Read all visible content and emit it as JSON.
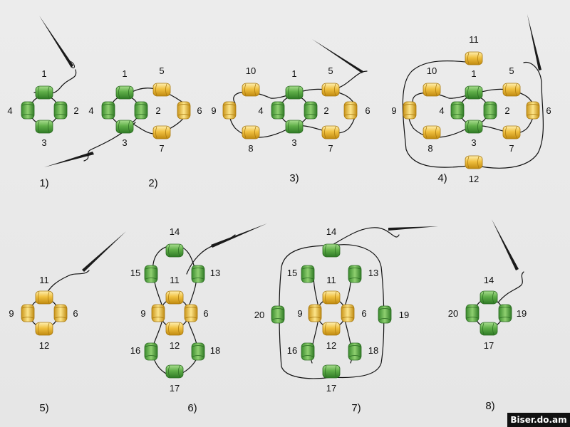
{
  "colors": {
    "green": "#5fae48",
    "yellow": "#f0c040",
    "background": "#e8e8e8",
    "thread": "#111111"
  },
  "watermark": "Biser.do.am",
  "panels": [
    {
      "step": "1)",
      "beads": [
        {
          "label": "1",
          "color": "green",
          "pos": "top"
        },
        {
          "label": "2",
          "color": "green",
          "pos": "right"
        },
        {
          "label": "3",
          "color": "green",
          "pos": "bottom"
        },
        {
          "label": "4",
          "color": "green",
          "pos": "left"
        }
      ]
    },
    {
      "step": "2)",
      "beads": [
        {
          "label": "1",
          "color": "green"
        },
        {
          "label": "2",
          "color": "green"
        },
        {
          "label": "3",
          "color": "green"
        },
        {
          "label": "4",
          "color": "green"
        },
        {
          "label": "5",
          "color": "yellow"
        },
        {
          "label": "6",
          "color": "yellow"
        },
        {
          "label": "7",
          "color": "yellow"
        }
      ]
    },
    {
      "step": "3)",
      "beads": [
        {
          "label": "1",
          "color": "green"
        },
        {
          "label": "2",
          "color": "green"
        },
        {
          "label": "3",
          "color": "green"
        },
        {
          "label": "4",
          "color": "green"
        },
        {
          "label": "5",
          "color": "yellow"
        },
        {
          "label": "6",
          "color": "yellow"
        },
        {
          "label": "7",
          "color": "yellow"
        },
        {
          "label": "8",
          "color": "yellow"
        },
        {
          "label": "9",
          "color": "yellow"
        },
        {
          "label": "10",
          "color": "yellow"
        }
      ]
    },
    {
      "step": "4)",
      "beads": [
        {
          "label": "1",
          "color": "green"
        },
        {
          "label": "2",
          "color": "green"
        },
        {
          "label": "3",
          "color": "green"
        },
        {
          "label": "4",
          "color": "green"
        },
        {
          "label": "5",
          "color": "yellow"
        },
        {
          "label": "6",
          "color": "yellow"
        },
        {
          "label": "7",
          "color": "yellow"
        },
        {
          "label": "8",
          "color": "yellow"
        },
        {
          "label": "9",
          "color": "yellow"
        },
        {
          "label": "10",
          "color": "yellow"
        },
        {
          "label": "11",
          "color": "yellow"
        },
        {
          "label": "12",
          "color": "yellow"
        }
      ]
    },
    {
      "step": "5)",
      "beads": [
        {
          "label": "11",
          "color": "yellow"
        },
        {
          "label": "6",
          "color": "yellow"
        },
        {
          "label": "12",
          "color": "yellow"
        },
        {
          "label": "9",
          "color": "yellow"
        }
      ]
    },
    {
      "step": "6)",
      "beads": [
        {
          "label": "11",
          "color": "yellow"
        },
        {
          "label": "6",
          "color": "yellow"
        },
        {
          "label": "12",
          "color": "yellow"
        },
        {
          "label": "9",
          "color": "yellow"
        },
        {
          "label": "13",
          "color": "green"
        },
        {
          "label": "14",
          "color": "green"
        },
        {
          "label": "15",
          "color": "green"
        },
        {
          "label": "16",
          "color": "green"
        },
        {
          "label": "17",
          "color": "green"
        },
        {
          "label": "18",
          "color": "green"
        }
      ]
    },
    {
      "step": "7)",
      "beads": [
        {
          "label": "11",
          "color": "yellow"
        },
        {
          "label": "6",
          "color": "yellow"
        },
        {
          "label": "12",
          "color": "yellow"
        },
        {
          "label": "9",
          "color": "yellow"
        },
        {
          "label": "13",
          "color": "green"
        },
        {
          "label": "14",
          "color": "green"
        },
        {
          "label": "15",
          "color": "green"
        },
        {
          "label": "16",
          "color": "green"
        },
        {
          "label": "17",
          "color": "green"
        },
        {
          "label": "18",
          "color": "green"
        },
        {
          "label": "19",
          "color": "green"
        },
        {
          "label": "20",
          "color": "green"
        }
      ]
    },
    {
      "step": "8)",
      "beads": [
        {
          "label": "14",
          "color": "green"
        },
        {
          "label": "19",
          "color": "green"
        },
        {
          "label": "17",
          "color": "green"
        },
        {
          "label": "20",
          "color": "green"
        }
      ]
    }
  ]
}
